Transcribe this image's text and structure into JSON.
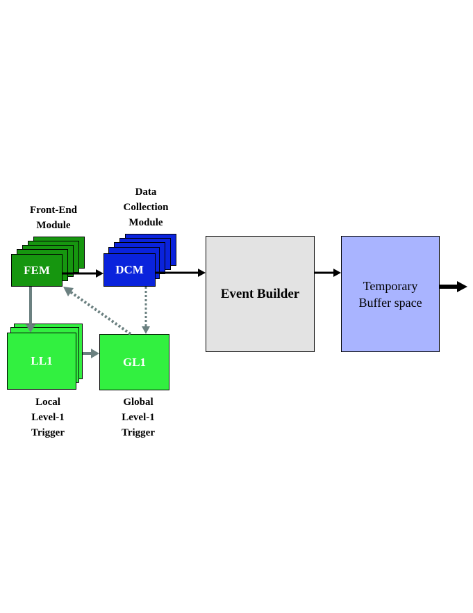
{
  "labels": {
    "front_end_module": [
      "Front-End",
      "Module"
    ],
    "data_collection_module": [
      "Data",
      "Collection",
      "Module"
    ],
    "local_level1_trigger": [
      "Local",
      "Level-1",
      "Trigger"
    ],
    "global_level1_trigger": [
      "Global",
      "Level-1",
      "Trigger"
    ]
  },
  "boxes": {
    "fem": "FEM",
    "dcm": "DCM",
    "ll1": "LL1",
    "gl1": "GL1",
    "event_builder": "Event Builder",
    "temporary_buffer": [
      "Temporary",
      "Buffer space"
    ]
  },
  "colors": {
    "fem_green": "#16960f",
    "dcm_blue": "#0a23dc",
    "trigger_green": "#32f040",
    "event_builder_gray": "#e3e3e3",
    "buffer_lavender": "#a9b4ff",
    "feedback_gray": "#6b8080"
  }
}
